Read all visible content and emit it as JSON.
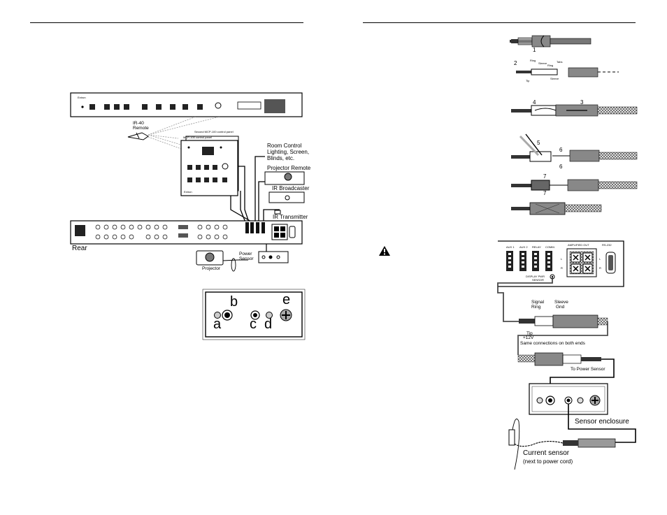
{
  "left_diagram": {
    "ir_remote": "IR-40\nRemote",
    "second_panel": "Second MCP-100 control panel",
    "mcp_panel": "MCP-100 control panel",
    "room_control": "Room Control\nLighting, Screen,\nBlinds, etc.",
    "projector_remote": "Projector Remote",
    "ir_broadcaster": "IR Broadcaster",
    "ir_transmitter": "IR Transmitter",
    "rear": "Rear",
    "power_sensor": "Power\nSensor",
    "projector": "Projector",
    "front_brand": "Extron",
    "callouts": {
      "a": "a",
      "b": "b",
      "c": "c",
      "d": "d",
      "e": "e"
    }
  },
  "right_diagram": {
    "step_numbers": [
      "1",
      "2",
      "3",
      "4",
      "5",
      "6",
      "6",
      "7",
      "7"
    ],
    "plug_parts": {
      "ring": "Ring",
      "sleeve": "Sleeve",
      "tip": "Tip",
      "tabs": "Tabs"
    },
    "port_labels": {
      "aux1": "AUX 1",
      "aux2": "AUX 2",
      "relay": "RELAY",
      "comm": "COMM.",
      "amp_out": "AMPLIFIED OUT",
      "rs232": "RS-232",
      "display_sensor": "DISPLAY PWR\nSENSOR"
    },
    "signal": "Signal",
    "ring": "Ring",
    "tip": "Tip",
    "plus12v": "+12V",
    "sleeve": "Sleeve",
    "gnd": "Gnd",
    "same_connections": "Same connections on both ends",
    "to_power_sensor": "To Power Sensor",
    "sensor_enclosure": "Sensor enclosure",
    "current_sensor": "Current sensor",
    "next_to_cord": "(next to power cord)"
  }
}
